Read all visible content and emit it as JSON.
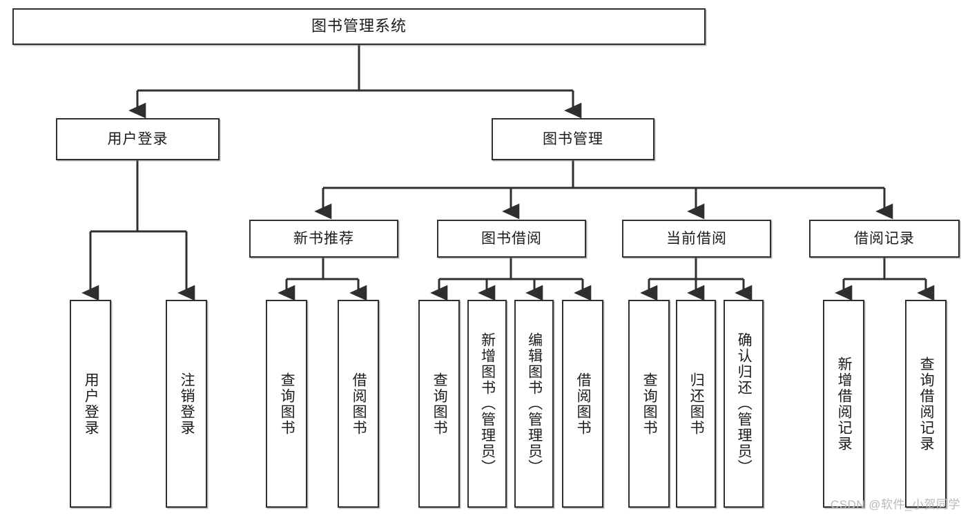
{
  "diagram": {
    "type": "tree-flowchart",
    "title": "图书管理系统",
    "background": "#ffffff",
    "line_color": "#2f2f2f",
    "box_border_color": "#2f2f2f",
    "text_color": "#1b1b1b"
  },
  "watermark": "CSDN @软件_小贺同学",
  "nodes": {
    "root": {
      "label": "图书管理系统"
    },
    "level1": [
      {
        "label": "用户登录"
      },
      {
        "label": "图书管理"
      }
    ],
    "level2": [
      {
        "label": "新书推荐"
      },
      {
        "label": "图书借阅"
      },
      {
        "label": "当前借阅"
      },
      {
        "label": "借阅记录"
      }
    ],
    "leaves": {
      "user_login": [
        {
          "label": "用户登录"
        },
        {
          "label": "注销登录"
        }
      ],
      "new_book_recommend": [
        {
          "label": "查询图书"
        },
        {
          "label": "借阅图书"
        }
      ],
      "book_borrow": [
        {
          "label": "查询图书"
        },
        {
          "label": "新增图书（管理员）"
        },
        {
          "label": "编辑图书（管理员）"
        },
        {
          "label": "借阅图书"
        }
      ],
      "current_borrow": [
        {
          "label": "查询图书"
        },
        {
          "label": "归还图书"
        },
        {
          "label": "确认归还（管理员）"
        }
      ],
      "borrow_record": [
        {
          "label": "新增借阅记录"
        },
        {
          "label": "查询借阅记录"
        }
      ]
    }
  }
}
